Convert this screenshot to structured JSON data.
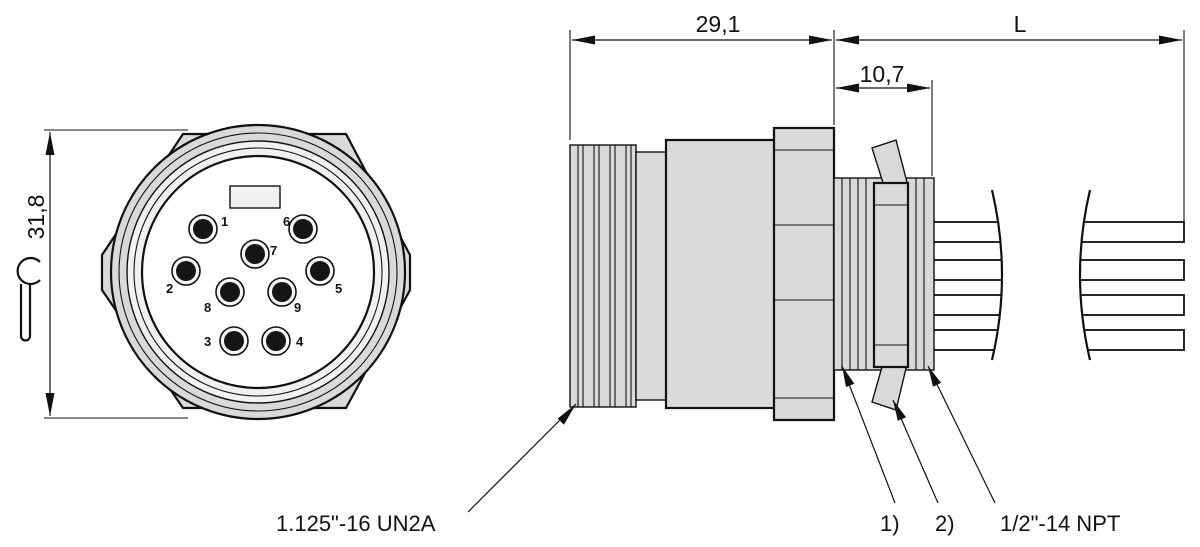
{
  "dimensions": {
    "height_front": "31,8",
    "length_body": "29,1",
    "length_cable": "L",
    "length_nut": "10,7"
  },
  "callouts": {
    "thread_main": "1.125\"-16 UN2A",
    "note_1": "1)",
    "note_2": "2)",
    "thread_npt": "1/2\"-14 NPT"
  },
  "pins": [
    {
      "label": "1"
    },
    {
      "label": "2"
    },
    {
      "label": "3"
    },
    {
      "label": "4"
    },
    {
      "label": "5"
    },
    {
      "label": "6"
    },
    {
      "label": "7"
    },
    {
      "label": "8"
    },
    {
      "label": "9"
    }
  ],
  "icons": {
    "wrench": "wrench-icon"
  },
  "colors": {
    "line": "#111111",
    "fill": "#d9d9d9",
    "pin": "#151515"
  }
}
